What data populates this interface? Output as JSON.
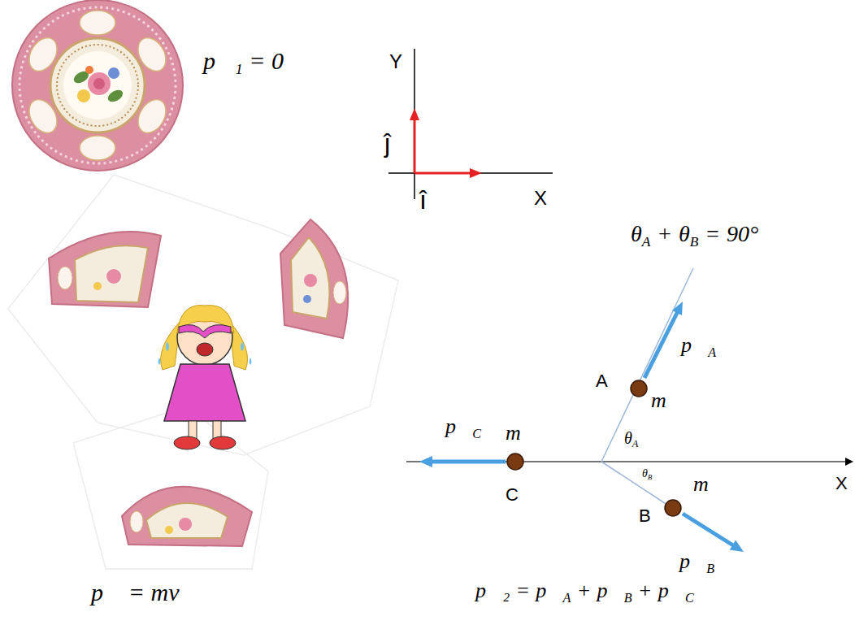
{
  "diagram": {
    "labels": [
      "p⃗₁ = 0",
      "p⃗ = mv⃗",
      "Y",
      "ĵ",
      "î",
      "X",
      "θ",
      "A",
      "+",
      "θ",
      "B",
      "=",
      "90°",
      "p⃗",
      "A",
      "A",
      "m",
      "θ",
      "A",
      "p⃗",
      "C",
      "m",
      "C",
      "θ",
      "B",
      "m",
      "X",
      "B",
      "p⃗",
      "B",
      "p⃗₂",
      "=",
      "p⃗",
      "A",
      "+",
      "p⃗",
      "B",
      "+",
      "p⃗",
      "C"
    ]
  }
}
